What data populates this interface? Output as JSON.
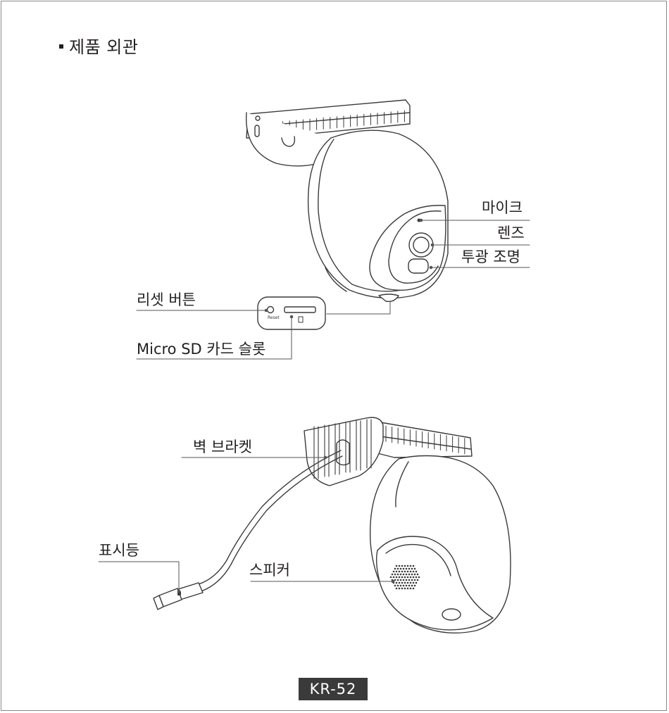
{
  "section": {
    "title": "제품 외관"
  },
  "callouts": {
    "microphone": "마이크",
    "lens": "렌즈",
    "floodlight": "투광 조명",
    "reset_button": "리셋 버튼",
    "sd_slot": "Micro SD 카드 슬롯",
    "wall_bracket": "벽 브라켓",
    "indicator": "표시등",
    "speaker": "스피커"
  },
  "panel": {
    "reset_text": "Reset"
  },
  "footer": {
    "page_number": "KR-52"
  }
}
